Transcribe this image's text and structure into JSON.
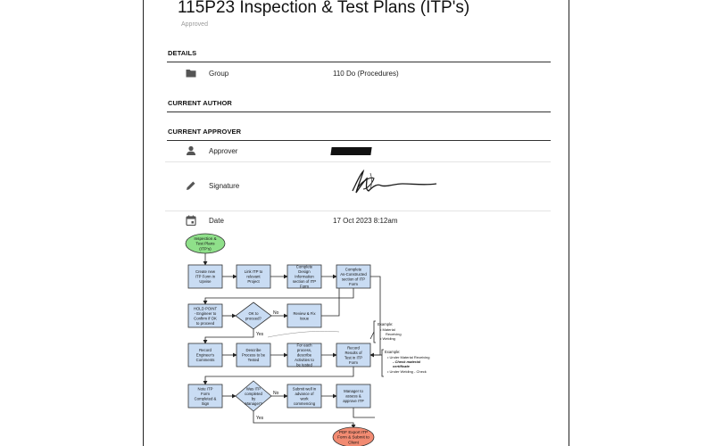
{
  "header": {
    "title": "115P23 Inspection & Test Plans (ITP's)",
    "status": "Approved"
  },
  "sections": {
    "details": "DETAILS",
    "current_author": "CURRENT AUTHOR",
    "current_approver": "CURRENT APPROVER"
  },
  "details": {
    "group_label": "Group",
    "group_value": "110 Do (Procedures)",
    "group_icon": "folder-icon"
  },
  "approver": {
    "approver_label": "Approver",
    "approver_icon": "person-icon",
    "signature_label": "Signature",
    "signature_icon": "pencil-icon",
    "date_label": "Date",
    "date_value": "17 Oct 2023 8:12am",
    "date_icon": "calendar-icon"
  },
  "flowchart": {
    "colors": {
      "box": "#c9dcf3",
      "start": "#8fe08a",
      "end": "#f28b72"
    },
    "start": [
      "Inspection &",
      "Test Plans",
      "(ITP's)"
    ],
    "row1": [
      [
        "Create new",
        "ITP Form in",
        "Upvise"
      ],
      [
        "Link ITP to",
        "relevant",
        "Project"
      ],
      [
        "Complete",
        "Design",
        "Information",
        "section of ITP",
        "Form"
      ],
      [
        "Complete",
        "As-Constructed",
        "section of ITP",
        "Form"
      ]
    ],
    "hold": [
      "HOLD POINT",
      "- Engineer to",
      "Confirm if OK",
      "to proceed"
    ],
    "ok_decision": [
      "OK to",
      "proceed?"
    ],
    "review": [
      "Review & Fix",
      "Issue"
    ],
    "row3": [
      [
        "Record",
        "Engineer's",
        "Comments"
      ],
      [
        "Describe",
        "Process to be",
        "Tested"
      ],
      [
        "For each",
        "process,",
        "describe",
        "Activities to",
        "be tested"
      ],
      [
        "Record",
        "Results of",
        "Test in ITP",
        "Form"
      ]
    ],
    "note": [
      "Note ITP",
      "Form",
      "Completed &",
      "Sign"
    ],
    "was_decision": [
      "Was ITP",
      "completed",
      "by",
      "Manager?"
    ],
    "submit": [
      "Submit well in",
      "advance of",
      "work",
      "commencing"
    ],
    "manager": [
      "Manager to",
      "assess &",
      "approve ITP"
    ],
    "end": [
      "PDF Export ITP",
      "Form & Submit to",
      "Client"
    ],
    "labels": {
      "yes1": "Yes",
      "no1": "No",
      "yes2": "Yes",
      "no2": "No"
    },
    "example1_title": "Example:",
    "example1_items": [
      "Material",
      "Receiving",
      "Welding"
    ],
    "example2_title": "Example:",
    "example2_items": [
      "Under Material Receiving",
      "- Check material",
      "certificate",
      "Under Welding - Check"
    ]
  }
}
